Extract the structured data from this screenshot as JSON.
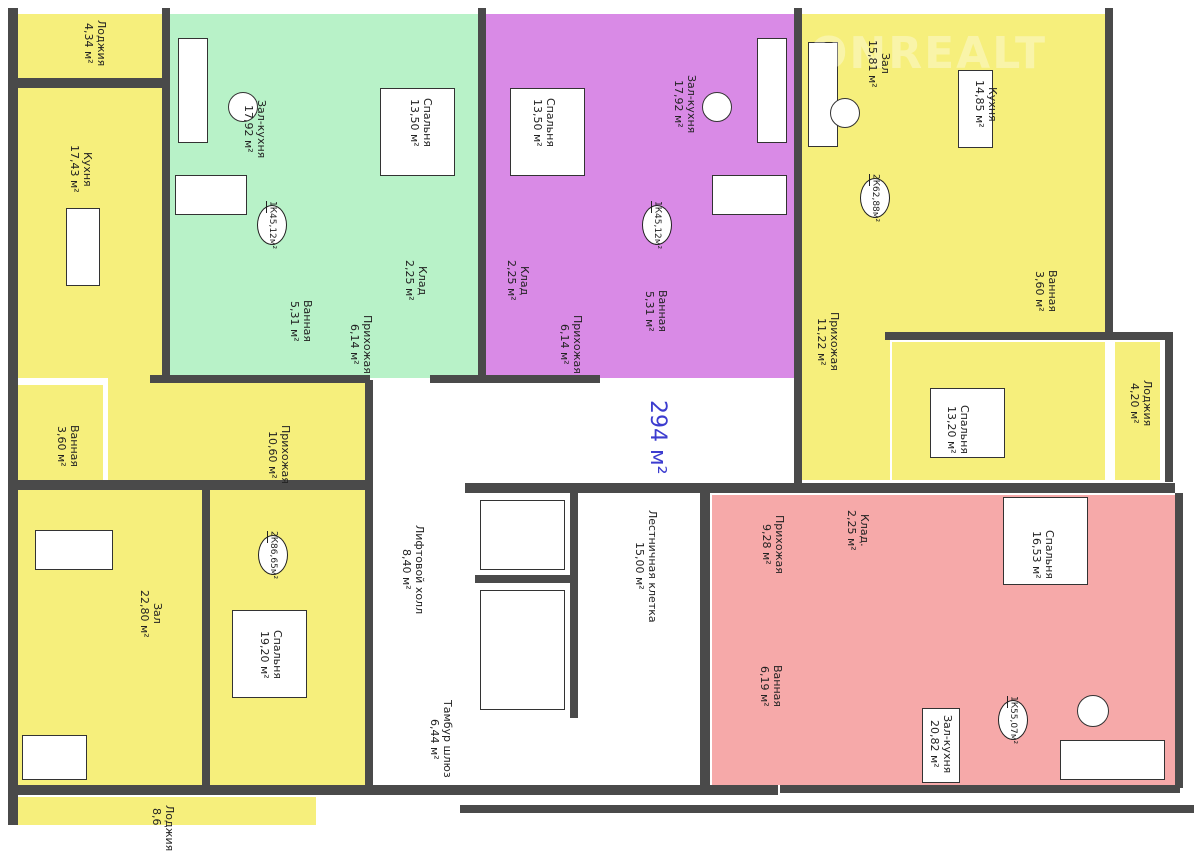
{
  "total_area": "294 м²",
  "watermark": "ONREALT",
  "apt_left_top": {
    "loggia": {
      "name": "Лоджия",
      "area": "4,34 м²"
    },
    "kitchen": {
      "name": "Кухня",
      "area": "17,43 м²"
    }
  },
  "apt_green": {
    "living": {
      "name": "Зал-кухня",
      "area": "17,92 м²"
    },
    "bedroom": {
      "name": "Спальня",
      "area": "13,50 м²"
    },
    "badge": {
      "type": "1К",
      "area": "45,12м²"
    },
    "storage": {
      "name": "Клад",
      "area": "2,25 м²"
    },
    "bath": {
      "name": "Ванная",
      "area": "5,31 м²"
    },
    "hall": {
      "name": "Прихожая",
      "area": "6,14 м²"
    }
  },
  "apt_purple": {
    "living": {
      "name": "Зал-кухня",
      "area": "17,92 м²"
    },
    "bedroom": {
      "name": "Спальня",
      "area": "13,50 м²"
    },
    "badge": {
      "type": "1К",
      "area": "45,12м²"
    },
    "storage": {
      "name": "Клад",
      "area": "2,25 м²"
    },
    "bath": {
      "name": "Ванная",
      "area": "5,31 м²"
    },
    "hall": {
      "name": "Прихожая",
      "area": "6,14 м²"
    }
  },
  "apt_right_top": {
    "living": {
      "name": "Зал",
      "area": "15,81 м²"
    },
    "kitchen": {
      "name": "Кухня",
      "area": "14,85 м²"
    },
    "badge": {
      "type": "2К",
      "area": "62,88м²"
    },
    "bath": {
      "name": "Ванная",
      "area": "3,60 м²"
    },
    "hall": {
      "name": "Прихожая",
      "area": "11,22 м²"
    },
    "bedroom": {
      "name": "Спальня",
      "area": "13,20 м²"
    },
    "loggia": {
      "name": "Лоджия",
      "area": "4,20 м²"
    }
  },
  "apt_left_bottom": {
    "bath": {
      "name": "Ванная",
      "area": "3,60 м²"
    },
    "hall": {
      "name": "Прихожая",
      "area": "10,60 м²"
    },
    "living": {
      "name": "Зал",
      "area": "22,80 м²"
    },
    "bedroom": {
      "name": "Спальня",
      "area": "19,20 м²"
    },
    "badge": {
      "type": "2К",
      "area": "86,65м²"
    },
    "loggia": {
      "name": "Лоджия",
      "area": "8,6"
    }
  },
  "common": {
    "lift_hall": {
      "name": "Лифтовой холл",
      "area": "8,40 м²"
    },
    "airlock": {
      "name": "Тамбур шлюз",
      "area": "6,44 м²"
    },
    "stairs": {
      "name": "Лестничная клетка",
      "area": "15,00 м²"
    }
  },
  "apt_pink": {
    "hall": {
      "name": "Прихожая",
      "area": "9,28 м²"
    },
    "storage": {
      "name": "Клад.",
      "area": "2,25 м²"
    },
    "bedroom": {
      "name": "Спальня",
      "area": "16,53 м²"
    },
    "bath": {
      "name": "Ванная",
      "area": "6,19 м²"
    },
    "living": {
      "name": "Зал-кухня",
      "area": "20,82 м²"
    },
    "badge": {
      "type": "1К",
      "area": "55,07м²"
    }
  }
}
